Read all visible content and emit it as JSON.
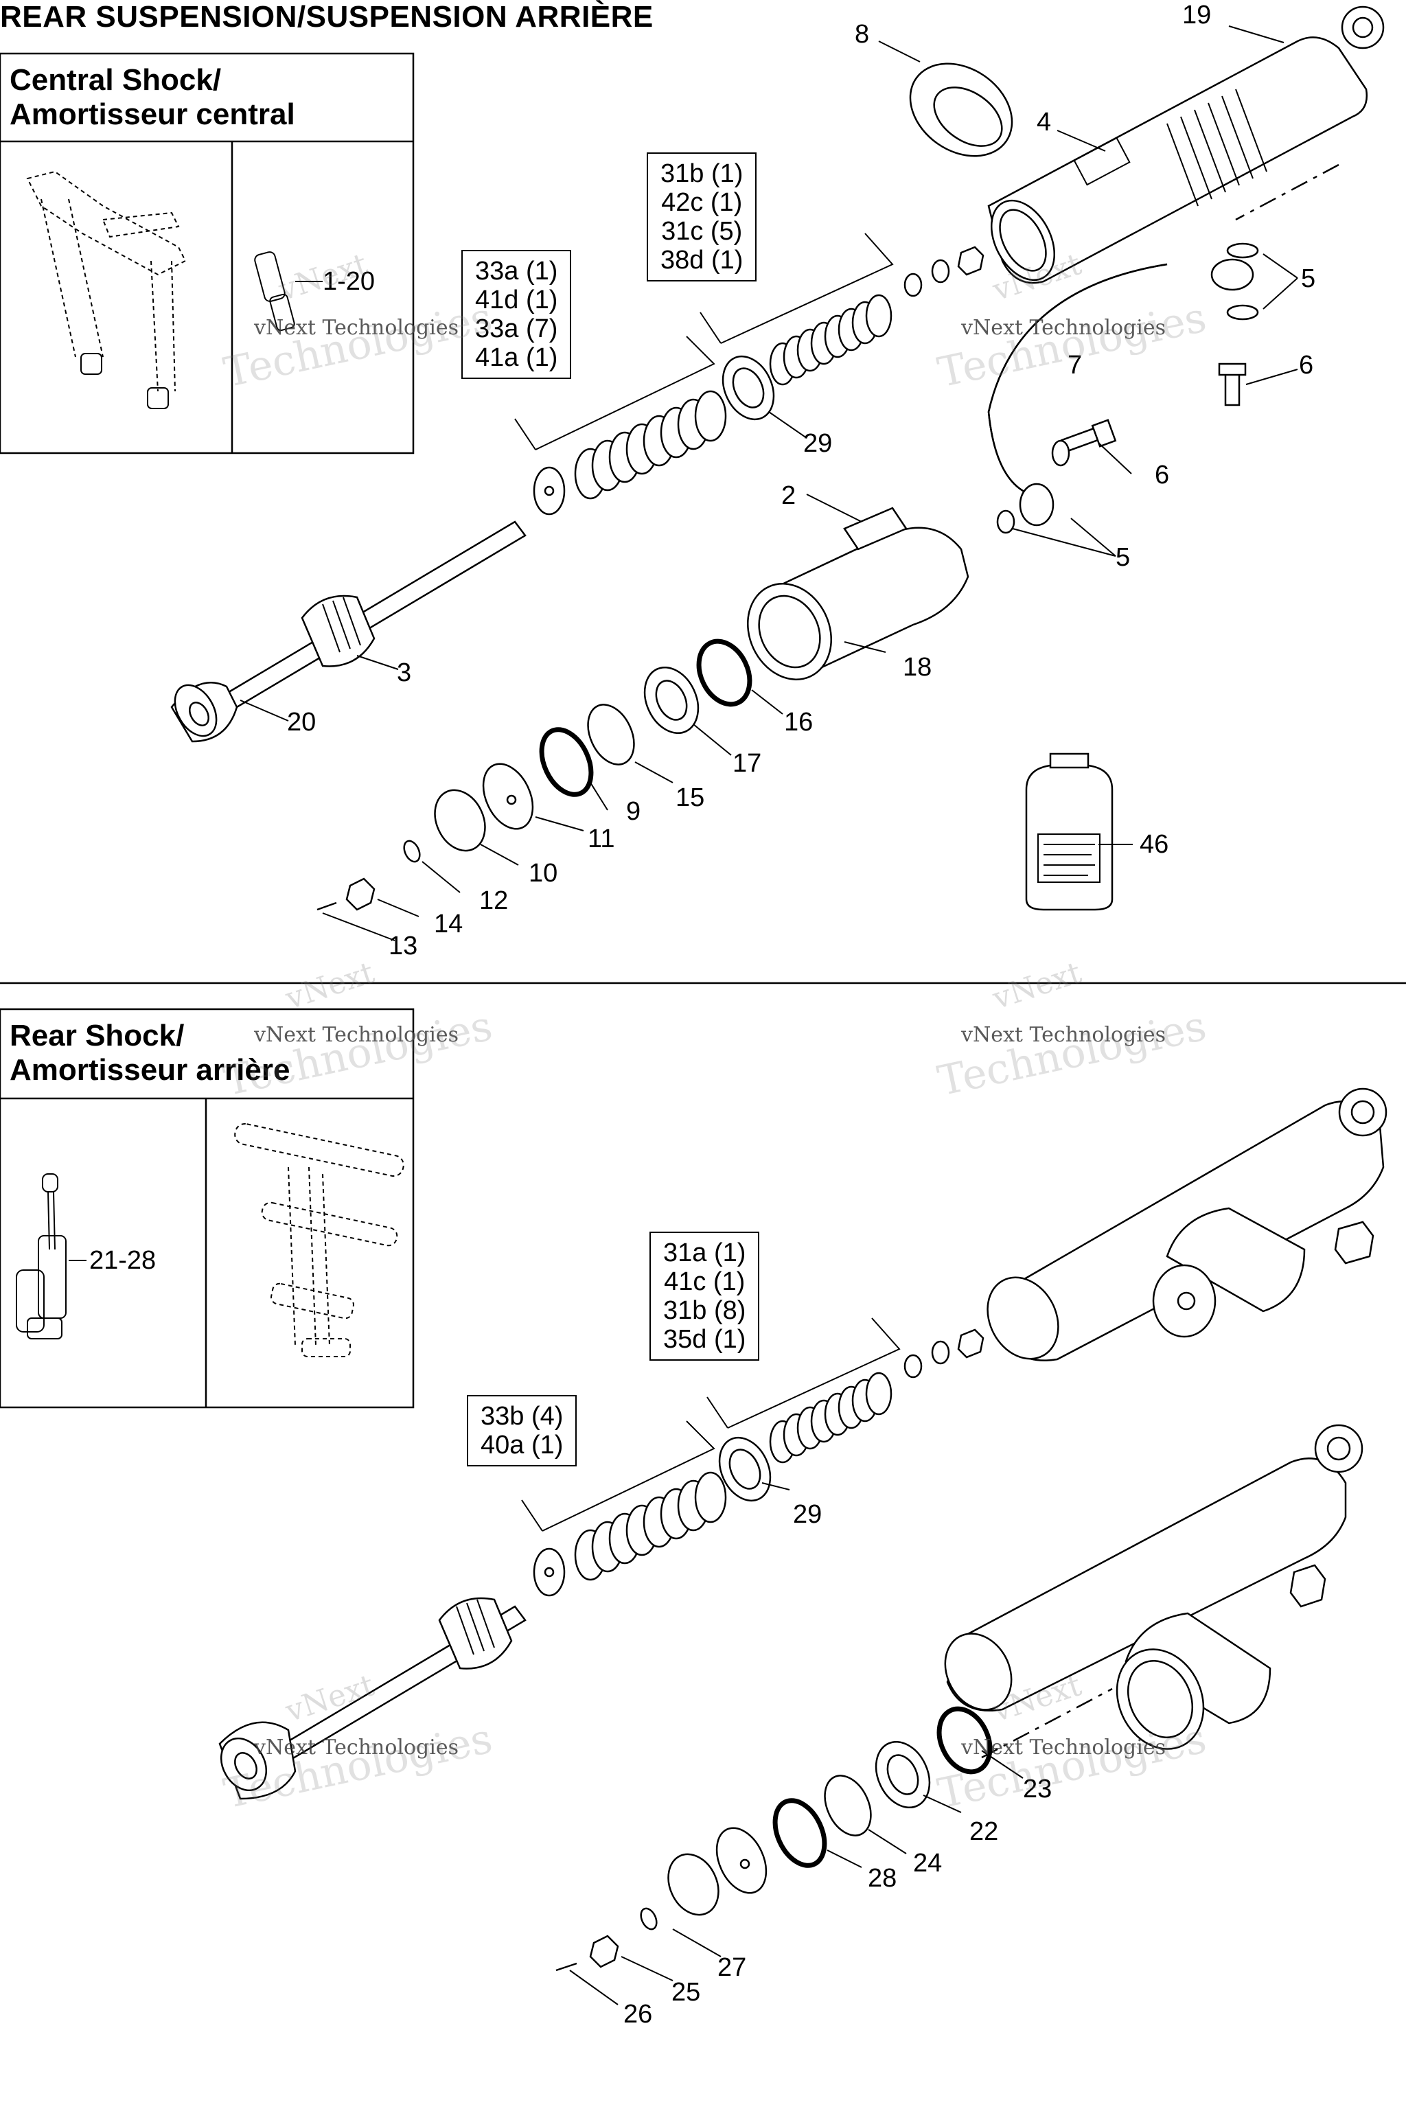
{
  "header": {
    "title": "REAR SUSPENSION/SUSPENSION ARRIÈRE"
  },
  "central": {
    "title_line1": "Central Shock/",
    "title_line2": "Amortisseur central",
    "inset_callout": "1-20"
  },
  "rear": {
    "title_line1": "Rear Shock/",
    "title_line2": "Amortisseur arrière",
    "inset_callout": "21-28"
  },
  "kits": {
    "spring_kit_1": [
      "33a (1)",
      "41d (1)",
      "33a (7)",
      "41a (1)"
    ],
    "spring_kit_2": [
      "31b (1)",
      "42c (1)",
      "31c (5)",
      "38d (1)"
    ],
    "spring_kit_3": [
      "31a (1)",
      "41c (1)",
      "31b (8)",
      "35d (1)"
    ],
    "spring_kit_4": [
      "33b (4)",
      "40a (1)"
    ]
  },
  "callouts_top": [
    "19",
    "8",
    "4",
    "5",
    "6",
    "7",
    "6",
    "5",
    "2",
    "29",
    "3",
    "20",
    "18",
    "16",
    "17",
    "15",
    "9",
    "11",
    "10",
    "12",
    "14",
    "13",
    "46"
  ],
  "callouts_bottom": [
    "29",
    "23",
    "22",
    "24",
    "28",
    "27",
    "25",
    "26"
  ],
  "watermark": {
    "line1": "vNext",
    "line2": "vNext Technologies",
    "line3": "Technologies"
  }
}
